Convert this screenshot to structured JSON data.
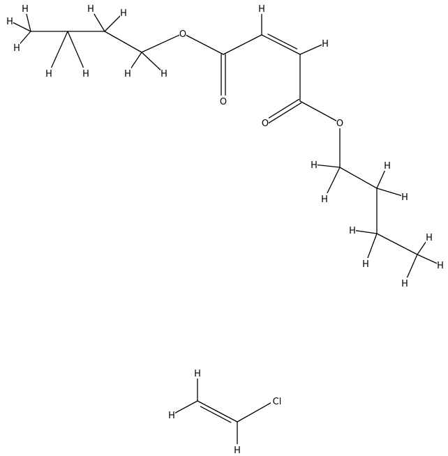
{
  "atoms": {
    "hydrogen": "H",
    "oxygen": "O",
    "chlorine": "Cl"
  }
}
